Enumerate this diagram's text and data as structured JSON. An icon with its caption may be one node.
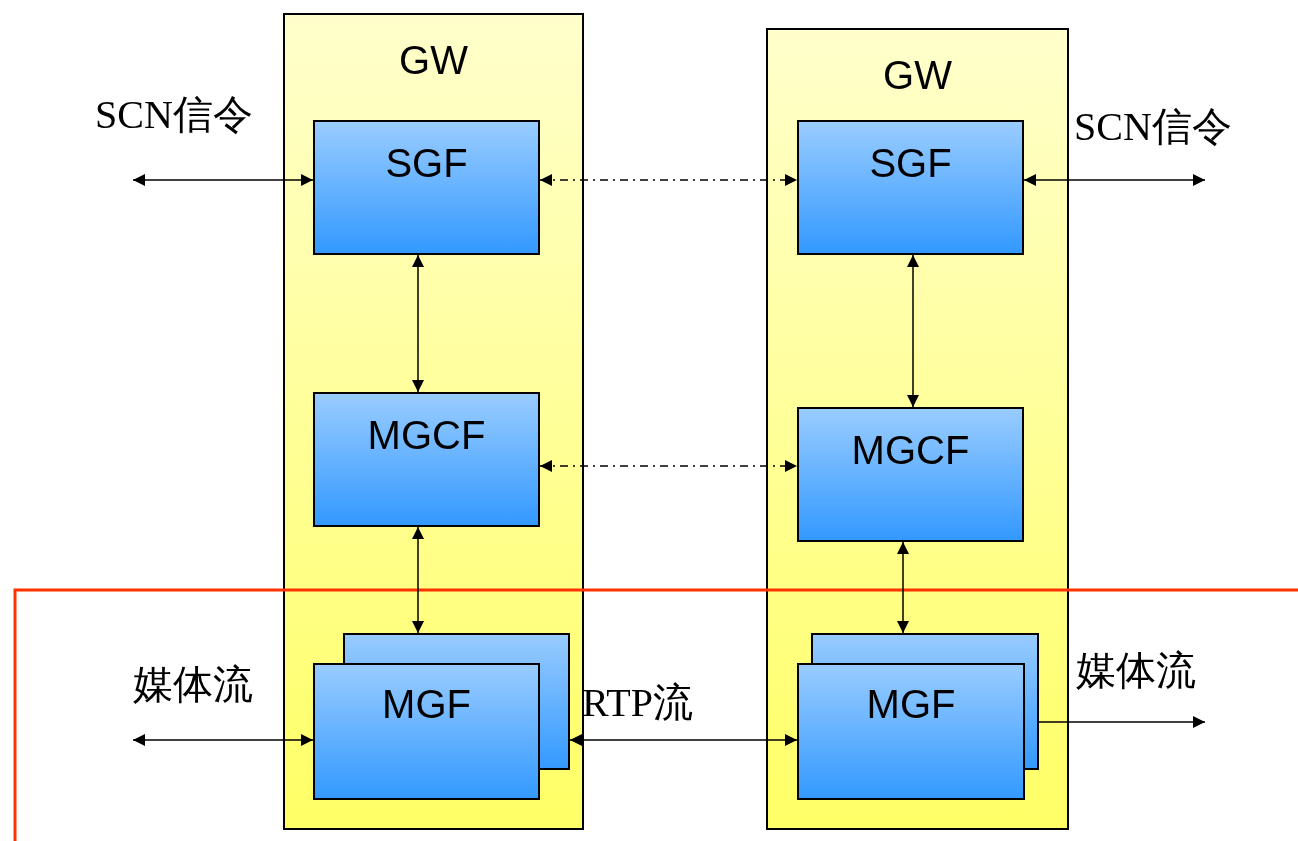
{
  "diagram": {
    "nodes": [
      {
        "text": [
          "GW"
        ]
      },
      {
        "text": [
          "SGF"
        ],
        "in": 0
      },
      {
        "text": [
          "MGCF"
        ],
        "in": 0
      },
      {
        "text": [
          "MGF"
        ],
        "in": 0
      },
      {
        "text": [
          "GW"
        ]
      },
      {
        "text": [
          "SGF"
        ],
        "in": 4
      },
      {
        "text": [
          "MGCF"
        ],
        "in": 4
      },
      {
        "text": [
          "MGF"
        ],
        "in": 4
      }
    ],
    "edges": [
      {
        "from": null,
        "to": 1,
        "arrow": "both",
        "label": "SCN信令"
      },
      {
        "from": 1,
        "to": 5,
        "arrow": "both",
        "style": "dashed"
      },
      {
        "from": 5,
        "to": null,
        "arrow": "both",
        "label": "SCN信令"
      },
      {
        "from": 1,
        "to": 2,
        "arrow": "both"
      },
      {
        "from": 5,
        "to": 6,
        "arrow": "both"
      },
      {
        "from": 2,
        "to": 6,
        "arrow": "both",
        "style": "dashed"
      },
      {
        "from": 2,
        "to": 3,
        "arrow": "both"
      },
      {
        "from": 6,
        "to": 7,
        "arrow": "both"
      },
      {
        "from": null,
        "to": 3,
        "arrow": "both",
        "label": "媒体流"
      },
      {
        "from": 3,
        "to": 7,
        "arrow": "both",
        "label": "RTP流"
      },
      {
        "from": 7,
        "to": null,
        "arrow": "to",
        "label": "媒体流"
      }
    ]
  }
}
